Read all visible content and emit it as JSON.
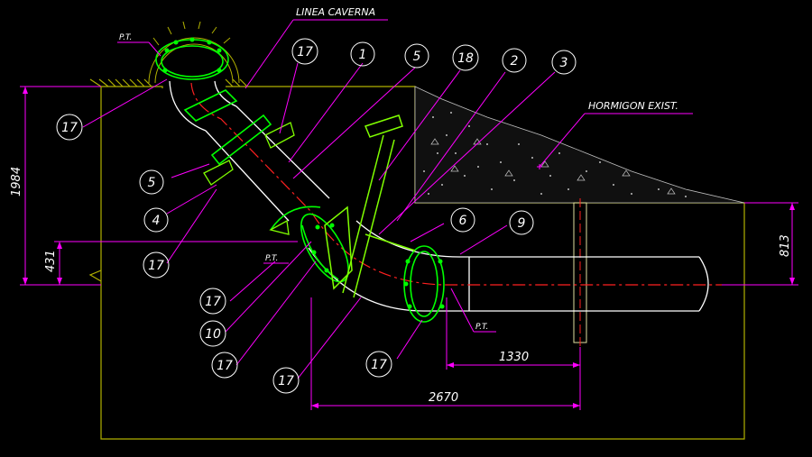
{
  "drawing": {
    "background": "#000000",
    "colors": {
      "pipe": "#ffffff",
      "flange": "#00ff00",
      "support": "#80ff00",
      "dimension": "#ff00ff",
      "leader": "#ff00ff",
      "outline": "#b0b000",
      "centerline": "#ff2020",
      "concrete": "#c0c0c0"
    },
    "labels": {
      "cavern_line": "LINEA CAVERNA",
      "existing_concrete": "HORMIGON EXIST.",
      "pt_top": "P.T.",
      "pt_middle": "P.T.",
      "pt_bottom": "P.T."
    },
    "dimensions": {
      "total_height": "1984",
      "left_height": "431",
      "right_height": "813",
      "horizontal_short": "1330",
      "horizontal_long": "2670"
    },
    "callouts": [
      {
        "id": "c17a",
        "text": "17"
      },
      {
        "id": "c1",
        "text": "1"
      },
      {
        "id": "c5a",
        "text": "5"
      },
      {
        "id": "c18",
        "text": "18"
      },
      {
        "id": "c2",
        "text": "2"
      },
      {
        "id": "c3",
        "text": "3"
      },
      {
        "id": "c17b",
        "text": "17"
      },
      {
        "id": "c5b",
        "text": "5"
      },
      {
        "id": "c4",
        "text": "4"
      },
      {
        "id": "c17c",
        "text": "17"
      },
      {
        "id": "c6",
        "text": "6"
      },
      {
        "id": "c9",
        "text": "9"
      },
      {
        "id": "c17d",
        "text": "17"
      },
      {
        "id": "c10",
        "text": "10"
      },
      {
        "id": "c17e",
        "text": "17"
      },
      {
        "id": "c17f",
        "text": "17"
      },
      {
        "id": "c17g",
        "text": "17"
      }
    ]
  }
}
